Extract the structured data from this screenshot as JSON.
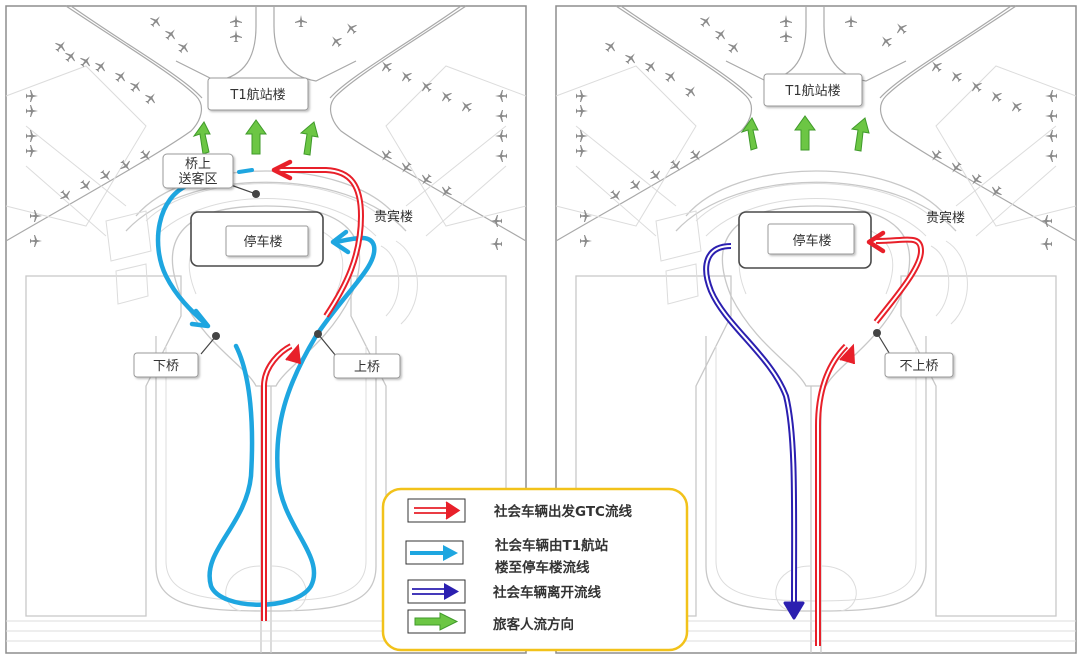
{
  "diagram": {
    "type": "airport-traffic-flow-map",
    "panels": [
      {
        "id": "left",
        "labels": {
          "terminal": "T1航站楼",
          "dropoff": "桥上\n送客区",
          "dropoff_line1": "桥上",
          "dropoff_line2": "送客区",
          "parking": "停车楼",
          "vip": "贵宾楼",
          "ramp_down": "下桥",
          "ramp_up": "上桥"
        },
        "flows": [
          "red-gtc-departure",
          "cyan-t1-to-parking",
          "green-passenger"
        ]
      },
      {
        "id": "right",
        "labels": {
          "terminal": "T1航站楼",
          "parking": "停车楼",
          "vip": "贵宾楼",
          "no_ramp": "不上桥"
        },
        "flows": [
          "red-gtc-departure",
          "blue-leave",
          "green-passenger"
        ]
      }
    ],
    "legend": {
      "items": [
        {
          "color": "#e8202a",
          "icon": "red-double-arrow-icon",
          "line1": "社会车辆出发GTC流线",
          "line2": ""
        },
        {
          "color": "#1ea6e0",
          "icon": "cyan-arrow-icon",
          "line1": "社会车辆由T1航站",
          "line2": "楼至停车楼流线"
        },
        {
          "color": "#2b1fb0",
          "icon": "blue-double-arrow-icon",
          "line1": "社会车辆离开流线",
          "line2": ""
        },
        {
          "color": "#5cbf3a",
          "icon": "green-arrow-icon",
          "line1": "旅客人流方向",
          "line2": ""
        }
      ],
      "border_color": "#f2c21a"
    },
    "colors": {
      "red": "#e8202a",
      "cyan": "#1ea6e0",
      "blue": "#2b1fb0",
      "green": "#6cc644",
      "green_stroke": "#3f9a2a"
    }
  }
}
